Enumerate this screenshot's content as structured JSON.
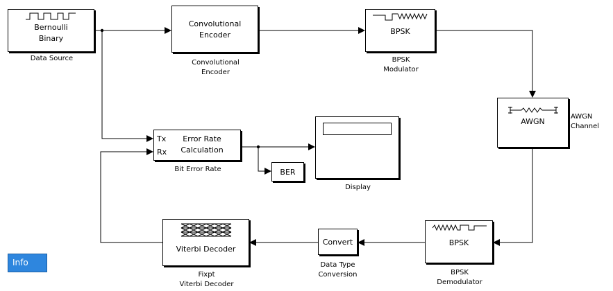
{
  "blocks": {
    "data_source": {
      "text": [
        "Bernoulli",
        "Binary"
      ],
      "label": [
        "Data Source"
      ]
    },
    "conv_encoder": {
      "text": [
        "Convolutional",
        "Encoder"
      ],
      "label": [
        "Convolutional",
        "Encoder"
      ]
    },
    "bpsk_mod": {
      "text": [
        "BPSK"
      ],
      "label": [
        "BPSK",
        "Modulator"
      ]
    },
    "awgn": {
      "text": [
        "AWGN"
      ],
      "label": [
        "AWGN",
        "Channel"
      ]
    },
    "bpsk_demod": {
      "text": [
        "BPSK"
      ],
      "label": [
        "BPSK",
        "Demodulator"
      ]
    },
    "convert": {
      "text": [
        "Convert"
      ],
      "label": [
        "Data Type",
        "Conversion"
      ]
    },
    "viterbi": {
      "text": [
        "Viterbi Decoder"
      ],
      "label": [
        "Fixpt",
        "Viterbi Decoder"
      ]
    },
    "error_rate": {
      "text": [
        "Error Rate",
        "Calculation"
      ],
      "ports": [
        "Tx",
        "Rx"
      ],
      "label": [
        "Bit Error Rate"
      ]
    },
    "ber": {
      "text": [
        "BER"
      ]
    },
    "display": {
      "label": [
        "Display"
      ]
    }
  },
  "info_button": "Info"
}
